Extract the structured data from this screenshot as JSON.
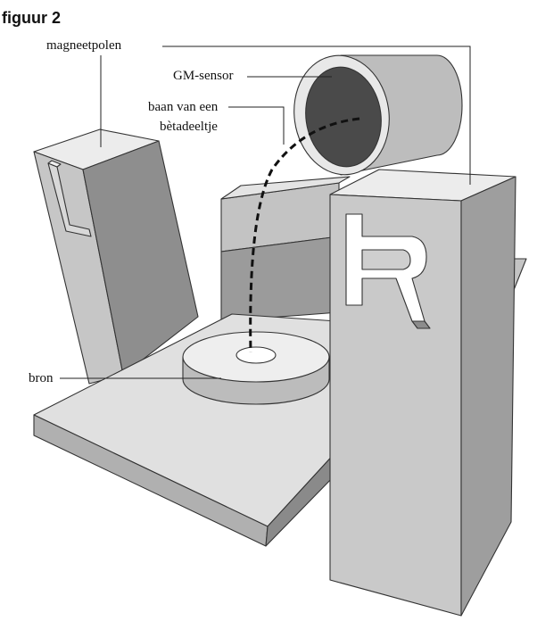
{
  "figure": {
    "title": "figuur 2",
    "labels": {
      "magnet_poles": "magneetpolen",
      "gm_sensor": "GM-sensor",
      "beta_path_line1": "baan van een",
      "beta_path_line2": "bètadeeltje",
      "source": "bron"
    },
    "pole_letters": {
      "left": "L",
      "right": "R"
    },
    "colors": {
      "light_face": "#e6e6e6",
      "mid_face": "#c8c8c8",
      "side_face": "#a3a3a3",
      "dark_face": "#8c8c8c",
      "sensor_window": "#4a4a4a",
      "outline": "#333333"
    }
  }
}
